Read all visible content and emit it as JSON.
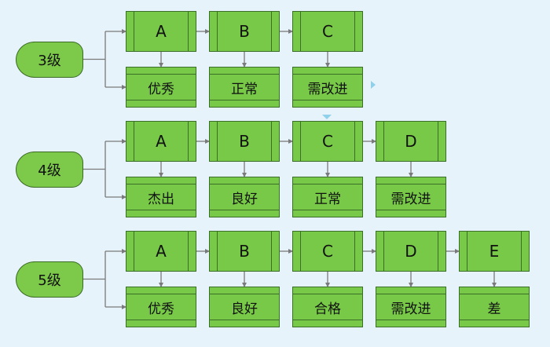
{
  "levels": [
    {
      "label": "3级",
      "grades": [
        "A",
        "B",
        "C"
      ],
      "evals": [
        "优秀",
        "正常",
        "需改进"
      ]
    },
    {
      "label": "4级",
      "grades": [
        "A",
        "B",
        "C",
        "D"
      ],
      "evals": [
        "杰出",
        "良好",
        "正常",
        "需改进"
      ]
    },
    {
      "label": "5级",
      "grades": [
        "A",
        "B",
        "C",
        "D",
        "E"
      ],
      "evals": [
        "优秀",
        "良好",
        "合格",
        "需改进",
        "差"
      ]
    }
  ],
  "colors": {
    "box_fill": "#77c947",
    "box_border": "#3b6e28",
    "connector": "#7a7a7a",
    "background": "#e6f3fa"
  }
}
